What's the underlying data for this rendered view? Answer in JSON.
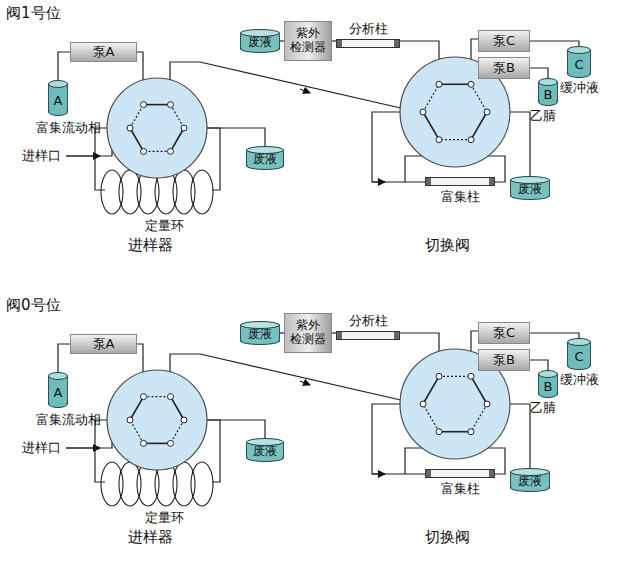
{
  "diagram": {
    "nodes": [
      {
        "text": [
          "泵A"
        ]
      },
      {
        "text": [
          "A"
        ]
      },
      {
        "text": [
          "废液"
        ]
      },
      {
        "text": [
          "废液"
        ]
      },
      {
        "text": [
          "紫外 检测器"
        ]
      },
      {
        "text": [
          "分析柱"
        ]
      },
      {
        "text": [
          "泵C"
        ]
      },
      {
        "text": [
          "泵B"
        ]
      },
      {
        "text": [
          "C"
        ]
      },
      {
        "text": [
          "B"
        ]
      },
      {
        "text": [
          "废液"
        ]
      },
      {
        "text": [
          "富集柱"
        ]
      },
      {
        "text": [
          "泵A"
        ]
      },
      {
        "text": [
          "A"
        ]
      },
      {
        "text": [
          "废液"
        ]
      },
      {
        "text": [
          "废液"
        ]
      },
      {
        "text": [
          "紫外 检测器"
        ]
      },
      {
        "text": [
          "分析柱"
        ]
      },
      {
        "text": [
          "泵C"
        ]
      },
      {
        "text": [
          "泵B"
        ]
      },
      {
        "text": [
          "C"
        ]
      },
      {
        "text": [
          "B"
        ]
      },
      {
        "text": [
          "废液"
        ]
      },
      {
        "text": [
          "富集柱"
        ]
      }
    ],
    "edges": [
      {
        "from": 1,
        "to": 0,
        "arrow": "none"
      },
      {
        "from": 9,
        "to": 7,
        "arrow": "none"
      },
      {
        "from": 8,
        "to": 6,
        "arrow": "none"
      },
      {
        "from": 5,
        "to": 4,
        "arrow": "none"
      },
      {
        "from": 4,
        "to": 3,
        "arrow": "none"
      },
      {
        "from": 13,
        "to": 12,
        "arrow": "none"
      },
      {
        "from": 21,
        "to": 19,
        "arrow": "none"
      },
      {
        "from": 20,
        "to": 18,
        "arrow": "none"
      },
      {
        "from": 17,
        "to": 16,
        "arrow": "none"
      },
      {
        "from": 16,
        "to": 15,
        "arrow": "none"
      }
    ],
    "labels": [
      "阀1号位",
      "富集流动相",
      "进样口",
      "定量环",
      "进样器",
      "缓冲液",
      "乙腈",
      "切换阀",
      "阀0号位",
      "富集流动相",
      "进样口",
      "定量环",
      "进样器",
      "缓冲液",
      "乙腈",
      "切换阀"
    ]
  }
}
